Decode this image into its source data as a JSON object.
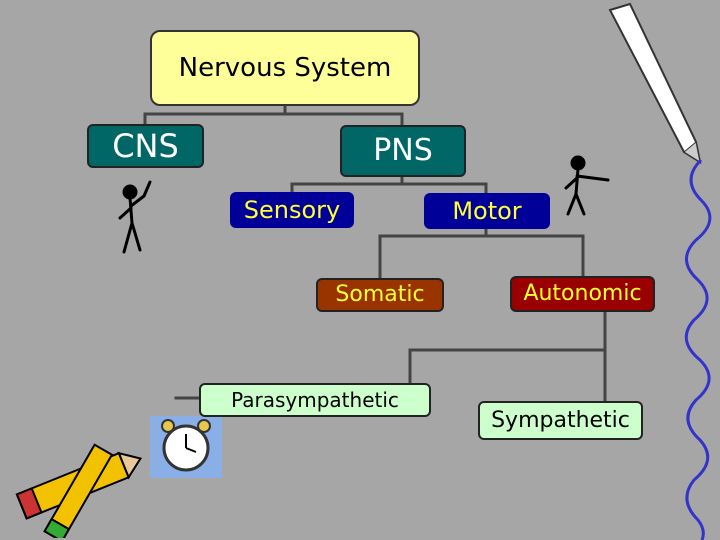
{
  "diagram": {
    "nodes": {
      "root": "Nervous System",
      "cns": "CNS",
      "pns": "PNS",
      "sensory": "Sensory",
      "motor": "Motor",
      "somatic": "Somatic",
      "autonomic": "Autonomic",
      "parasympathetic": "Parasympathetic",
      "sympathetic": "Sympathetic"
    },
    "edges": [
      [
        "Nervous System",
        "CNS"
      ],
      [
        "Nervous System",
        "PNS"
      ],
      [
        "PNS",
        "Sensory"
      ],
      [
        "PNS",
        "Motor"
      ],
      [
        "Motor",
        "Somatic"
      ],
      [
        "Motor",
        "Autonomic"
      ],
      [
        "Autonomic",
        "Parasympathetic"
      ],
      [
        "Autonomic",
        "Sympathetic"
      ]
    ],
    "clipart": [
      "chalk-icon",
      "stick-figure-icon",
      "stick-figure-pointing-icon",
      "pencil-icon",
      "alarm-clock-icon",
      "squiggle-border"
    ]
  }
}
